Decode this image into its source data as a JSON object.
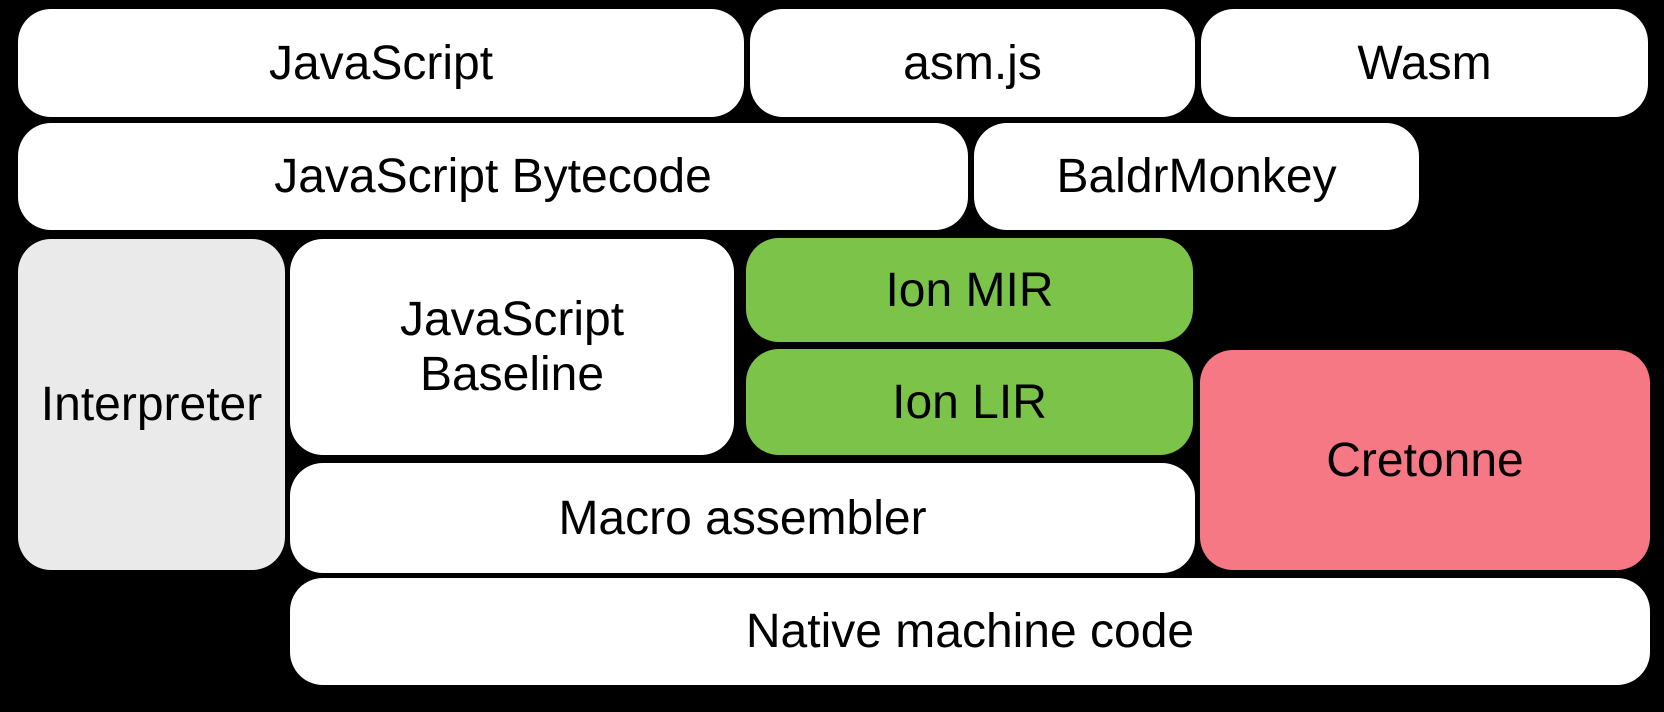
{
  "colors": {
    "background": "#000000",
    "white_box": "#ffffff",
    "gray_box": "#eaeaea",
    "green_box": "#7cc34a",
    "pink_box": "#f67884",
    "text": "#000000"
  },
  "boxes": {
    "javascript": {
      "label": "JavaScript",
      "fill": "#ffffff"
    },
    "asmjs": {
      "label": "asm.js",
      "fill": "#ffffff"
    },
    "wasm": {
      "label": "Wasm",
      "fill": "#ffffff"
    },
    "bytecode": {
      "label": "JavaScript Bytecode",
      "fill": "#ffffff"
    },
    "baldrmonkey": {
      "label": "BaldrMonkey",
      "fill": "#ffffff"
    },
    "interpreter": {
      "label": "Interpreter",
      "fill": "#eaeaea"
    },
    "baseline": {
      "label": "JavaScript\nBaseline",
      "fill": "#ffffff"
    },
    "ionmir": {
      "label": "Ion MIR",
      "fill": "#7cc34a"
    },
    "ionlir": {
      "label": "Ion LIR",
      "fill": "#7cc34a"
    },
    "cretonne": {
      "label": "Cretonne",
      "fill": "#f67884"
    },
    "macroassembler": {
      "label": "Macro assembler",
      "fill": "#ffffff"
    },
    "native": {
      "label": "Native machine code",
      "fill": "#ffffff"
    }
  }
}
